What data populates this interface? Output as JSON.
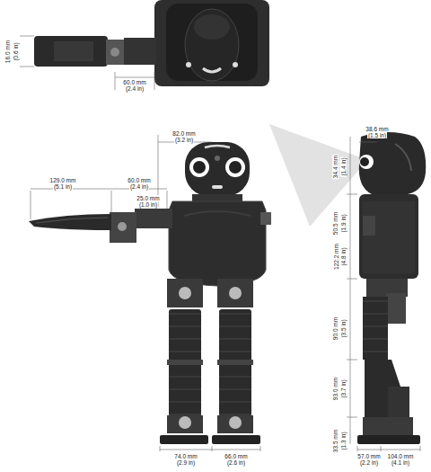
{
  "diagram": {
    "labels": [
      "16.0 mm",
      "(0.6 in)",
      "60.0 mm",
      "(2.4 in)",
      "82.0 mm",
      "(3.2 in)",
      "129.0 mm",
      "(5.1 in)",
      "60.0 mm",
      "(2.4 in)",
      "25.0 mm",
      "(1.0 in)",
      "38.6 mm",
      "(1.5 in)",
      "34.4 mm",
      "(1.4 in)",
      "50.5 mm",
      "(1.9 in)",
      "122.2 mm",
      "(4.8 in)",
      "90.0 mm",
      "(3.5 in)",
      "93.0 mm",
      "(3.7 in)",
      "33.5 mm",
      "(1.3 in)",
      "74.0 mm",
      "(2.9 in)",
      "66.0 mm",
      "(2.6 in)",
      "57.0 mm",
      "(2.2 in)",
      "104.0 mm",
      "(4.1 in)"
    ]
  }
}
